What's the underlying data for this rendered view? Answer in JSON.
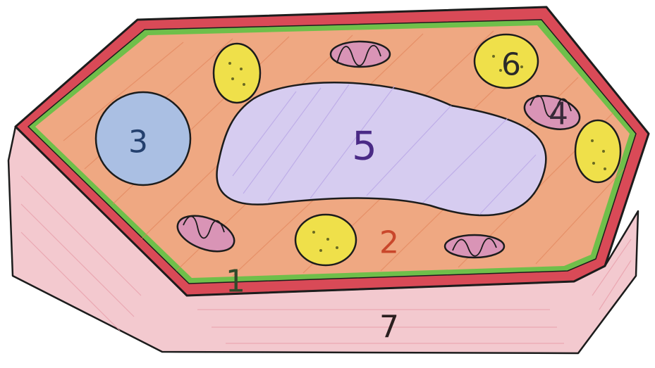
{
  "labels": {
    "cell_membrane": {
      "text": "1",
      "color": "#2f4a2a"
    },
    "cytoplasm": {
      "text": "2",
      "color": "#c9472b"
    },
    "nucleus": {
      "text": "3",
      "color": "#24406e"
    },
    "mitochondrion": {
      "text": "4",
      "color": "#3a2a3a"
    },
    "vacuole": {
      "text": "5",
      "color": "#4a2a86"
    },
    "chloroplast": {
      "text": "6",
      "color": "#2a2a2a"
    },
    "cell_wall": {
      "text": "7",
      "color": "#2a1f1f"
    }
  },
  "colors": {
    "cell_wall": "#d94a57",
    "cell_wall_side": "#f3c9cf",
    "membrane": "#6fbf4a",
    "cytoplasm": "#efa882",
    "nucleus": "#aabfe3",
    "vacuole": "#d6ccf0",
    "chloroplast": "#efe04a",
    "mitochondrion": "#d994b6",
    "outline": "#1c1c1c"
  }
}
